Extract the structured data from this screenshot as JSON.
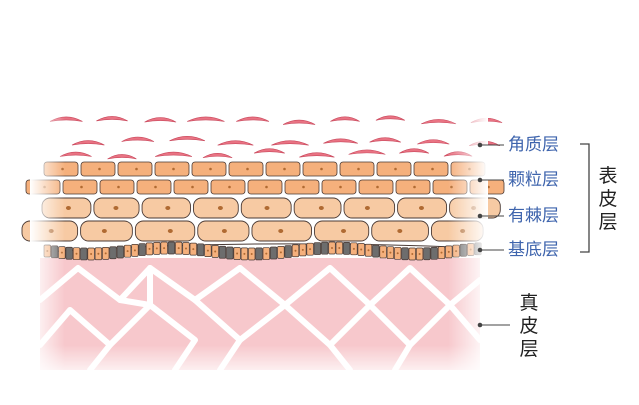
{
  "layers": [
    {
      "label": "角质层",
      "key": "stratum-corneum"
    },
    {
      "label": "颗粒层",
      "key": "stratum-granulosum"
    },
    {
      "label": "有棘层",
      "key": "stratum-spinosum"
    },
    {
      "label": "基底层",
      "key": "stratum-basale"
    }
  ],
  "epidermis_label": "表皮层",
  "dermis_label": "真皮层",
  "colors": {
    "label_blue": "#3e64ad",
    "corneum": "#e97383",
    "granulosum": "#f5b07c",
    "spinosum": "#f7caa3",
    "cell_outline": "#4a3a35",
    "basal_gray": "#6d6d6d",
    "dermis": "#f7c8cc",
    "nucleus": "#b06a32"
  }
}
